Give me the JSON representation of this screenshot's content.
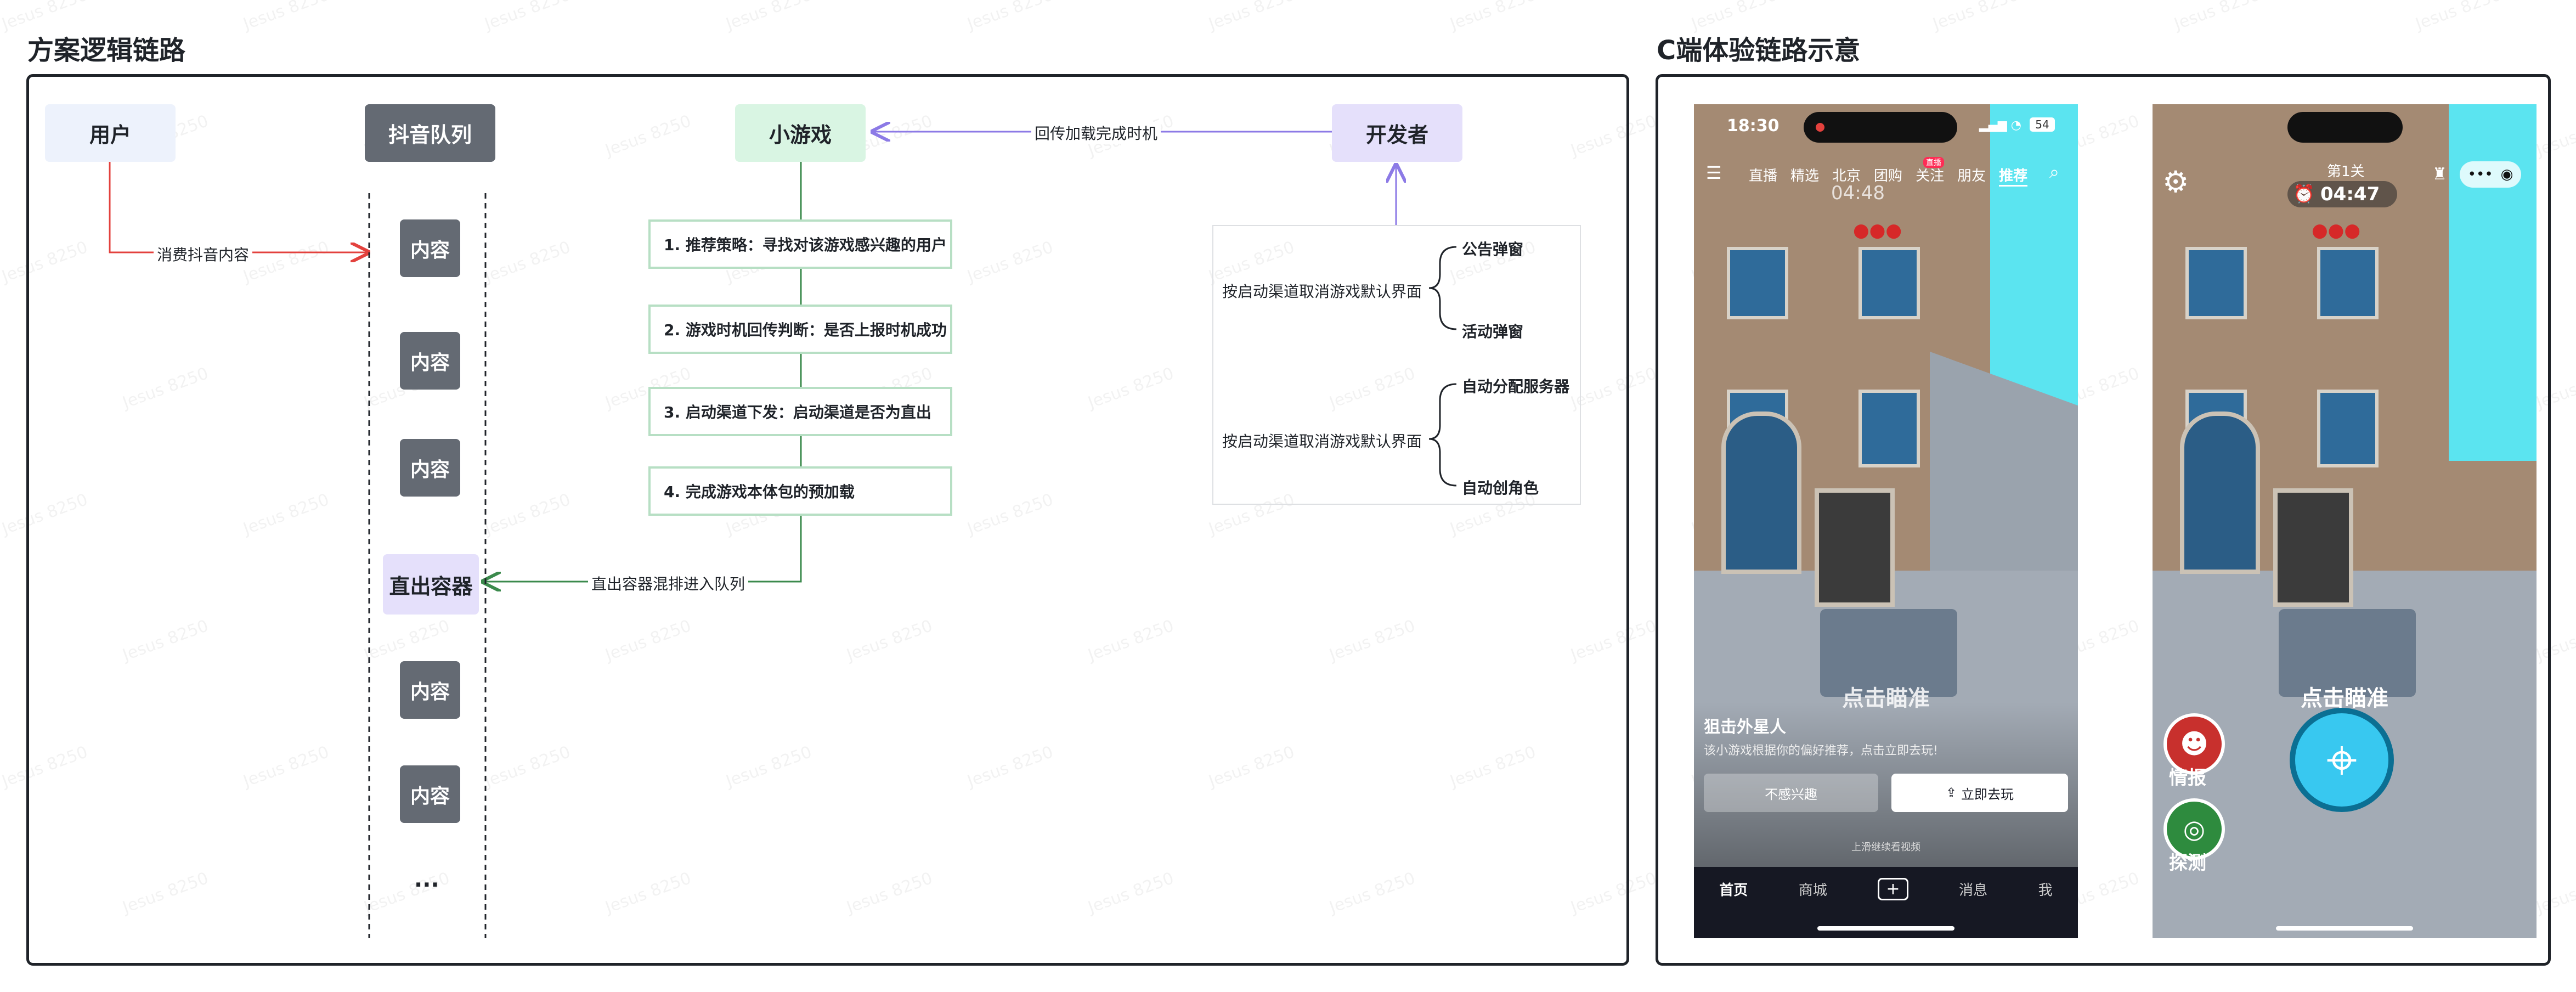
{
  "left_title": "方案逻辑链路",
  "right_title": "C端体验链路示意",
  "nodes": {
    "user": "用户",
    "queue": "抖音队列",
    "game": "小游戏",
    "developer": "开发者"
  },
  "queue_items": [
    "内容",
    "内容",
    "内容",
    "直出容器",
    "内容",
    "内容",
    "..."
  ],
  "steps": [
    "1. 推荐策略：寻找对该游戏感兴趣的用户",
    "2. 游戏时机回传判断：是否上报时机成功",
    "3. 启动渠道下发：启动渠道是否为直出",
    "4. 完成游戏本体包的预加载"
  ],
  "edges": {
    "consume": "消费抖音内容",
    "callback": "回传加载完成时机",
    "mix": "直出容器混排进入队列"
  },
  "dev_box": {
    "group1_label": "按启动渠道取消游戏默认界面",
    "group1_items": [
      "公告弹窗",
      "活动弹窗"
    ],
    "group2_label": "按启动渠道取消游戏默认界面",
    "group2_items": [
      "自动分配服务器",
      "自动创角色"
    ]
  },
  "phone1": {
    "time": "18:30",
    "battery": "54",
    "tabs": [
      "直播",
      "精选",
      "北京",
      "团购",
      "关注",
      "朋友",
      "推荐"
    ],
    "follow_badge": "直播",
    "timer": "04:48",
    "aim_text": "点击瞄准",
    "card_title": "狙击外星人",
    "card_desc": "该小游戏根据你的偏好推荐，点击立即去玩!",
    "btn_no": "不感兴趣",
    "btn_play": "立即去玩",
    "swipe_hint": "上滑继续看视频",
    "bottom_nav": [
      "首页",
      "商城",
      "+",
      "消息",
      "我"
    ]
  },
  "phone2": {
    "level": "第1关",
    "timer": "04:47",
    "aim_text": "点击瞄准",
    "intel": "情报",
    "detect": "探测"
  },
  "watermark": "Jesus 8250",
  "colors": {
    "red_arrow": "#e3413d",
    "purple_arrow": "#8c7ae6",
    "green_arrow": "#3b8a4c",
    "queue_gray": "#646a73"
  }
}
